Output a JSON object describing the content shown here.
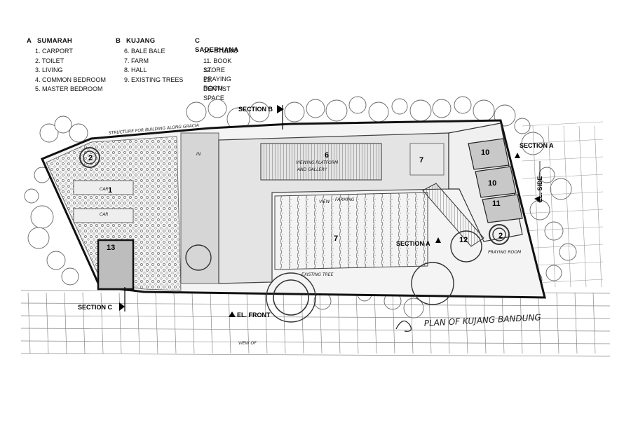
{
  "legend": {
    "groups": [
      {
        "key": "A",
        "title": "SUMARAH",
        "items": [
          "1. CARPORT",
          "2. TOILET",
          "3. LIVING",
          "4. COMMON BEDROOM",
          "5. MASTER BEDROOM"
        ]
      },
      {
        "key": "B",
        "title": "KUJANG",
        "items": [
          "6. BALE BALE",
          "7. FARM",
          "8. HALL",
          "9. EXISTING TREES"
        ]
      },
      {
        "key": "C",
        "title": "SADERHANA",
        "items": [
          "10. STUDIO",
          "11. BOOK STORE",
          "12. PRAYING ROOM",
          "13. DENTIST SPACE"
        ]
      }
    ]
  },
  "markers": {
    "section_b": "SECTION B",
    "section_a_top": "SECTION A",
    "section_a_mid": "SECTION A",
    "section_c": "SECTION C",
    "el_front": "EL. FRONT",
    "el_side": "EL. SIDE"
  },
  "numbers": {
    "n1": "1",
    "n2_left": "2",
    "n2_right": "2",
    "n6": "6",
    "n7_top": "7",
    "n7_farm": "7",
    "n10_a": "10",
    "n10_b": "10",
    "n11": "11",
    "n12": "12",
    "n13": "13"
  },
  "handwritten": {
    "top_note": "STRUCTURE FOR BUILDING ALONG GRACIA",
    "viewing_platform": "VIEWING PLATFORM",
    "and_gallery": "AND GALLERY",
    "view": "VIEW",
    "farming": "FARMING",
    "existing_tree": "EXISTING TREE",
    "praying_room": "PRAYING ROOM",
    "plan_title": "PLAN OF KUJANG BANDUNG",
    "view_of": "VIEW OF",
    "in": "IN",
    "car_a": "CAR",
    "car_b": "CAR"
  }
}
